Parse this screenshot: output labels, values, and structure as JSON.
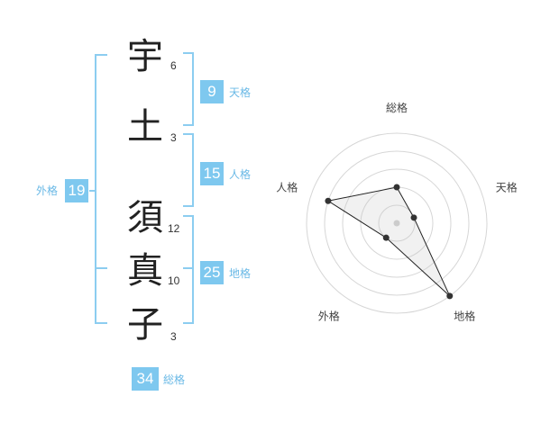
{
  "name_characters": [
    {
      "char": "宇",
      "strokes": "6"
    },
    {
      "char": "土",
      "strokes": "3"
    },
    {
      "char": "須",
      "strokes": "12"
    },
    {
      "char": "真",
      "strokes": "10"
    },
    {
      "char": "子",
      "strokes": "3"
    }
  ],
  "fortunes": {
    "tenkaku": {
      "label": "天格",
      "value": "9"
    },
    "jinkaku": {
      "label": "人格",
      "value": "15"
    },
    "chikaku": {
      "label": "地格",
      "value": "25"
    },
    "gaikaku": {
      "label": "外格",
      "value": "19"
    },
    "soukaku": {
      "label": "総格",
      "value": "34"
    }
  },
  "colors": {
    "accent": "#7ec8ef",
    "bracket": "#8ccdf0"
  },
  "chart_data": {
    "type": "radar",
    "axes": [
      "総格",
      "天格",
      "地格",
      "外格",
      "人格"
    ],
    "values": [
      2,
      1,
      5,
      1,
      4
    ],
    "rmax": 5,
    "grid": true
  }
}
